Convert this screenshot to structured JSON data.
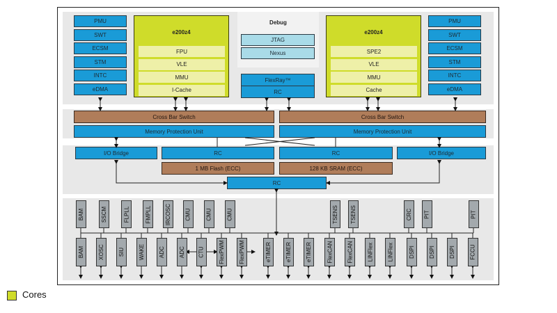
{
  "diagram": {
    "left_peripherals": [
      "PMU",
      "SWT",
      "ECSM",
      "STM",
      "INTC",
      "eDMA"
    ],
    "right_peripherals": [
      "PMU",
      "SWT",
      "ECSM",
      "STM",
      "INTC",
      "eDMA"
    ],
    "core_left": {
      "title": "e200z4",
      "units": [
        "FPU",
        "VLE",
        "MMU",
        "I-Cache"
      ]
    },
    "core_right": {
      "title": "e200z4",
      "units": [
        "SPE2",
        "VLE",
        "MMU",
        "Cache"
      ]
    },
    "debug": {
      "title": "Debug",
      "units": [
        "JTAG",
        "Nexus"
      ]
    },
    "flexray": {
      "label": "FlexRay™",
      "rc": "RC"
    },
    "crossbar_left": "Cross Bar Switch",
    "crossbar_right": "Cross Bar Switch",
    "mpu_left": "Memory Protection Unit",
    "mpu_right": "Memory Protection Unit",
    "io_bridge_left": "I/O Bridge",
    "io_bridge_right": "I/O Bridge",
    "rc_left": "RC",
    "rc_right": "RC",
    "flash": "1 MB Flash (ECC)",
    "sram": "128 KB SRAM (ECC)",
    "rc_center": "RC",
    "top_row_modules": [
      {
        "label": "BAM"
      },
      {
        "label": "SSCM"
      },
      {
        "label": "FLPLL"
      },
      {
        "label": "FMPLL"
      },
      {
        "label": "IRCOSC"
      },
      {
        "label": "CMU"
      },
      {
        "label": "CMU"
      },
      {
        "label": "CMU"
      },
      {
        "label": "TSENS"
      },
      {
        "label": "TSENS"
      },
      {
        "label": "CRC"
      },
      {
        "label": "PIT"
      },
      {
        "label": "PIT"
      }
    ],
    "bottom_row_modules": [
      "BAM",
      "XOSC",
      "SIU",
      "WAKE",
      "ADC",
      "ADC",
      "CTU",
      "FlexPWM",
      "FlexPWM",
      "eTIMER",
      "eTIMER",
      "eTIMER",
      "FlexCAN",
      "FlexCAN",
      "LINFlex",
      "LINFlex",
      "DSPI",
      "DSPI",
      "DSPI",
      "FCCU"
    ]
  },
  "legend": {
    "label": "Cores",
    "color": "#cfdc2a"
  },
  "colors": {
    "blue": "#1a9bd7",
    "brown": "#b07d5a",
    "core": "#cfdc2a",
    "gray": "#a3a9ad",
    "band": "#e8e8e8"
  }
}
